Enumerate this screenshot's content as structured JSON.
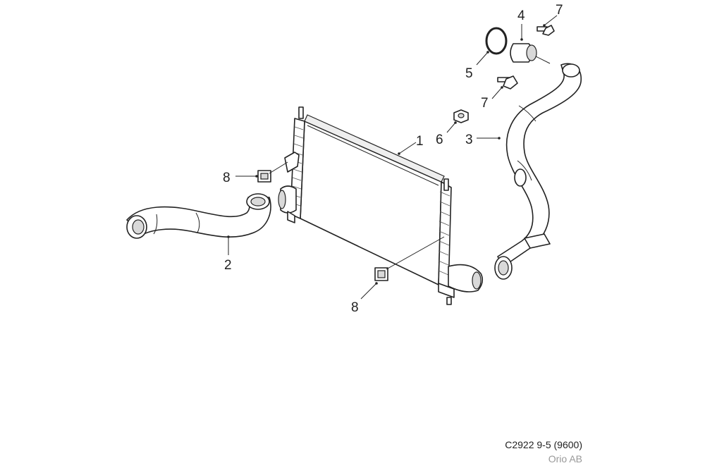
{
  "callouts": {
    "c1": "1",
    "c2": "2",
    "c3": "3",
    "c4": "4",
    "c5": "5",
    "c6": "6",
    "c7a": "7",
    "c7b": "7",
    "c8a": "8",
    "c8b": "8"
  },
  "caption": {
    "code": "C2922 9-5 (9600)",
    "brand": "Orio AB"
  }
}
